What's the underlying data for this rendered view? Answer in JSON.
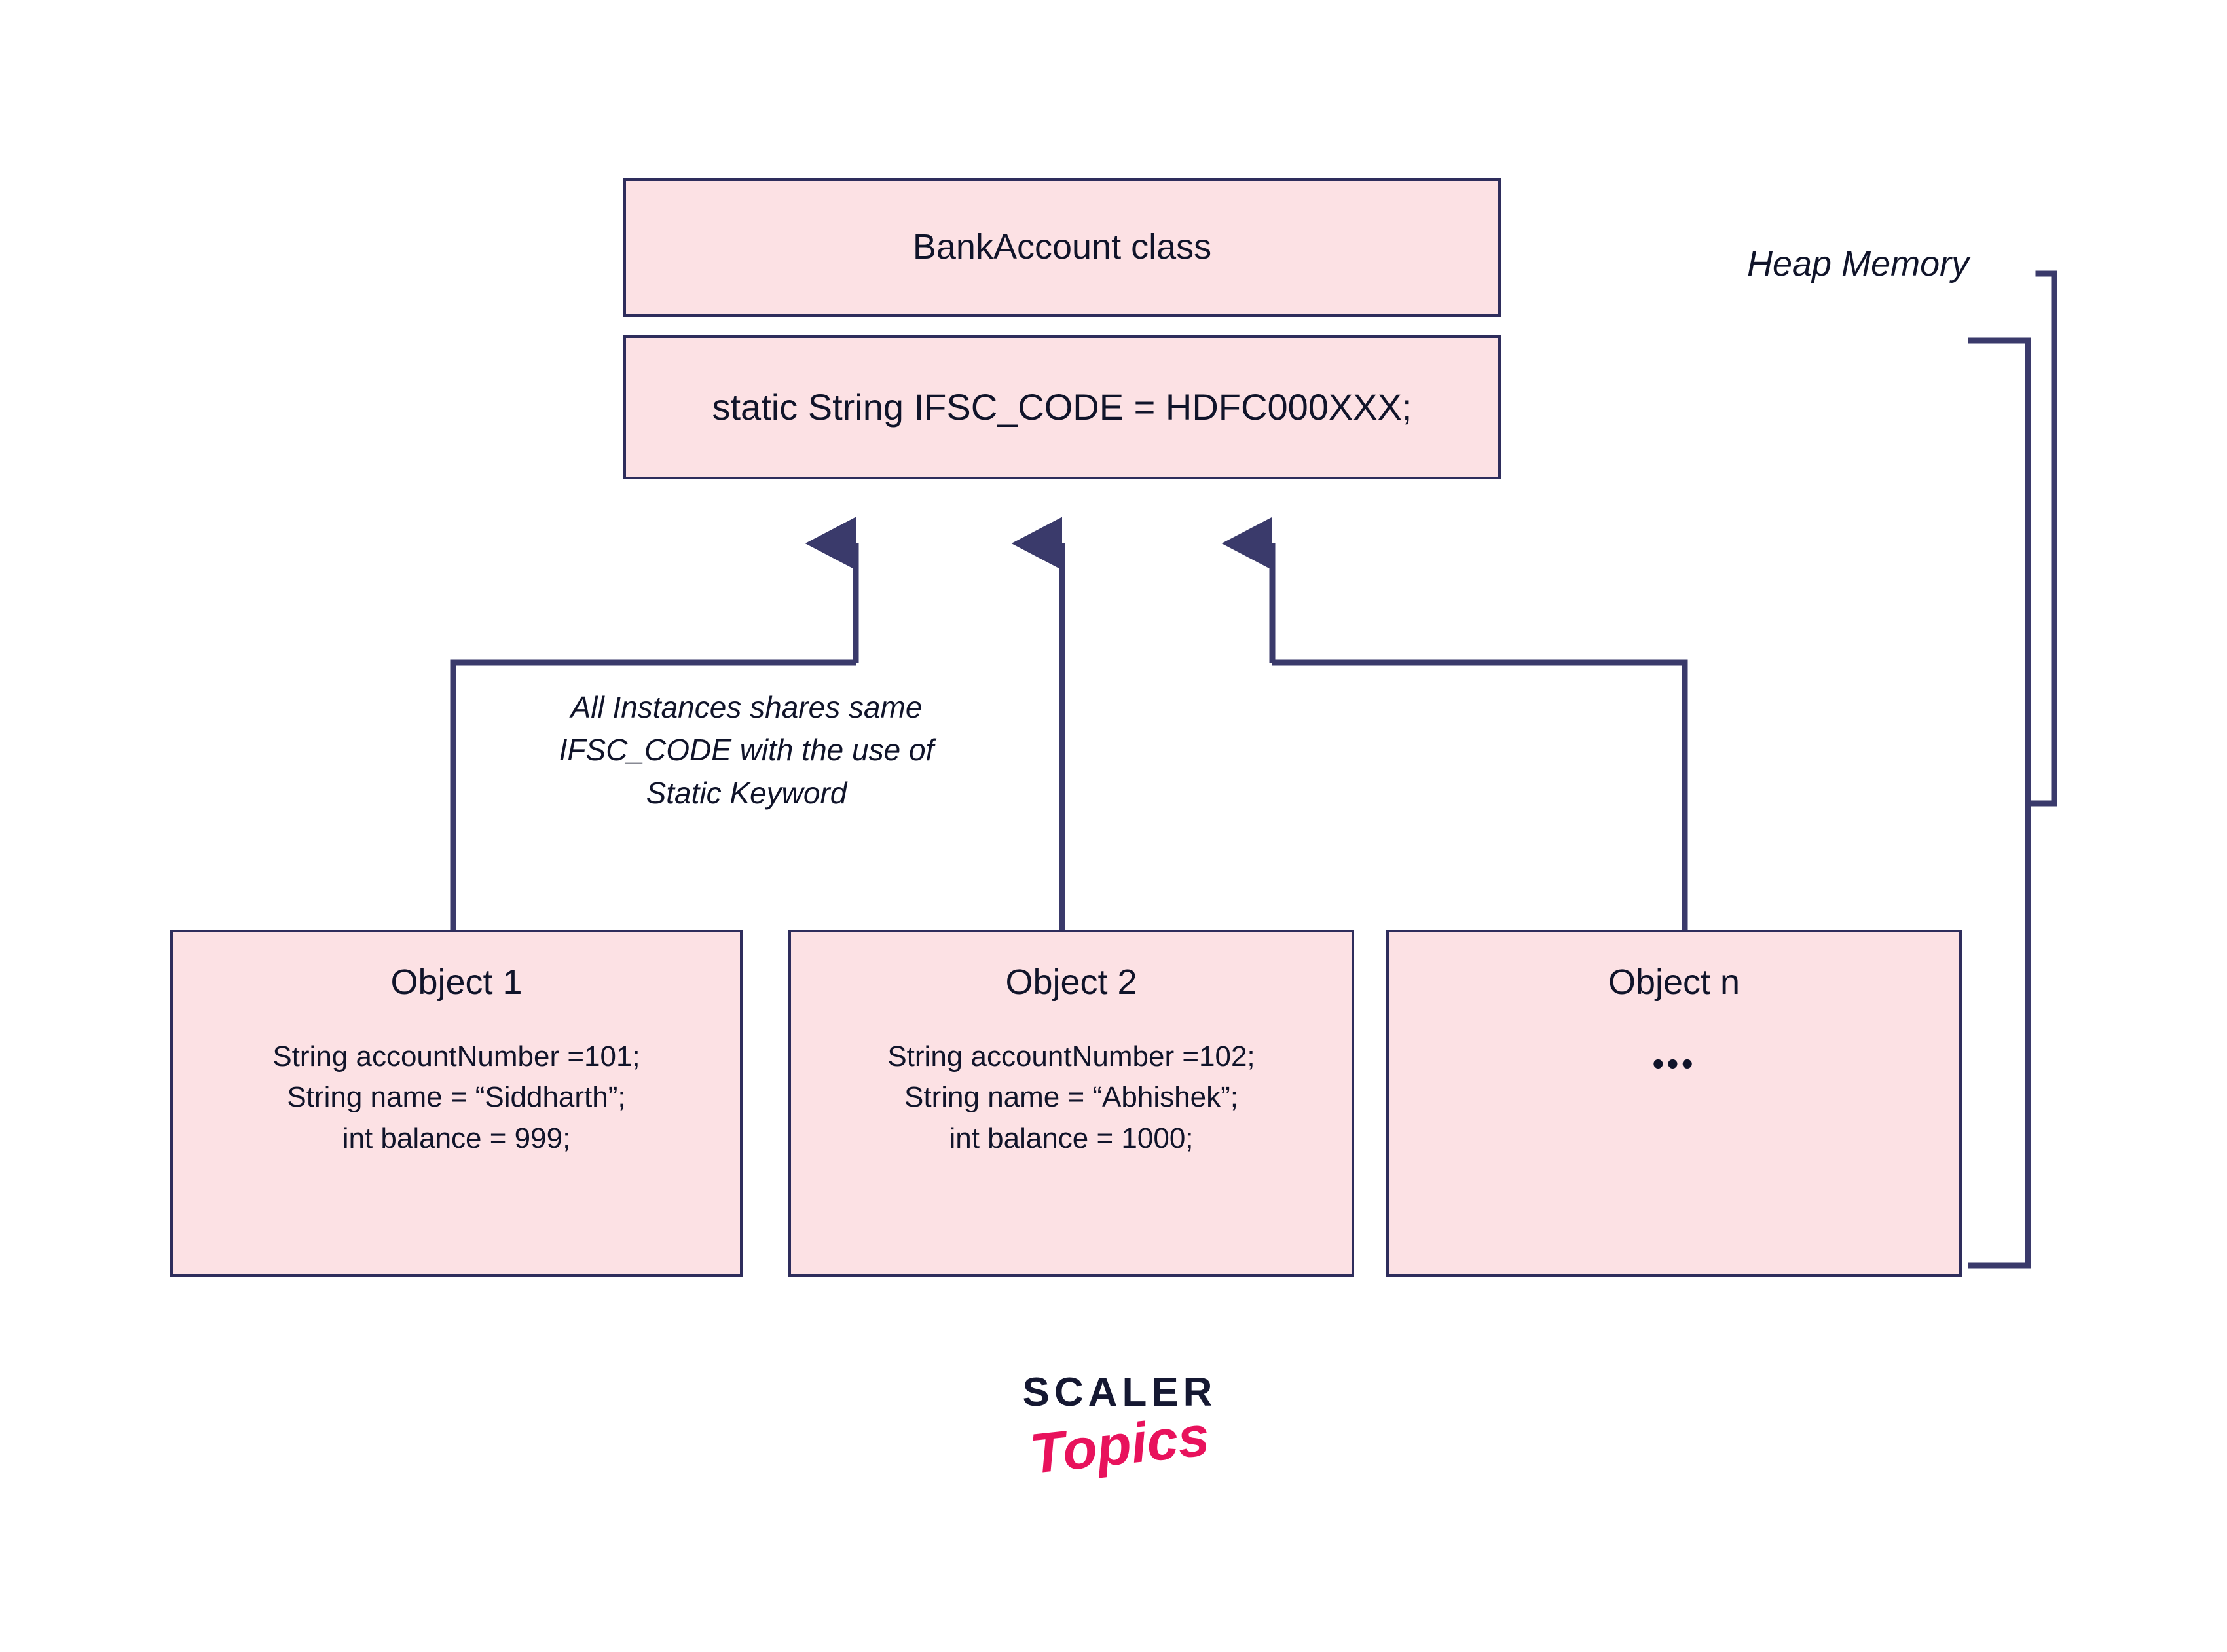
{
  "diagram": {
    "title": "Static keyword shared IFSC_CODE in heap memory",
    "colors": {
      "box_fill": "#fce1e4",
      "box_border": "#2e2d5c",
      "wire": "#3a3a6b",
      "text": "#10142a",
      "logo_pink": "#e8125c",
      "logo_dark": "#151832",
      "background": "#ffffff"
    }
  },
  "class_box": {
    "label": "BankAccount class"
  },
  "static_box": {
    "label": "static String IFSC_CODE = HDFC000XXX;"
  },
  "note": {
    "line1": "All Instances shares same",
    "line2": "IFSC_CODE with the use of",
    "line3": "Static Keyword"
  },
  "heap": {
    "label": "Heap Memory"
  },
  "objects": [
    {
      "title": "Object 1",
      "fields": [
        "String accountNumber =101;",
        "String name = “Siddharth”;",
        "int balance = 999;"
      ]
    },
    {
      "title": "Object 2",
      "fields": [
        "String accountNumber =102;",
        "String name = “Abhishek”;",
        "int balance = 1000;"
      ]
    },
    {
      "title": "Object n",
      "fields": [],
      "ellipsis": "•••"
    }
  ],
  "logo": {
    "top": "SCALER",
    "bottom": "Topics"
  },
  "connectors": [
    {
      "name": "object-1-to-static",
      "from": "Object 1",
      "to": "static String IFSC_CODE"
    },
    {
      "name": "object-2-to-static",
      "from": "Object 2",
      "to": "static String IFSC_CODE"
    },
    {
      "name": "object-n-to-static",
      "from": "Object n",
      "to": "static String IFSC_CODE"
    }
  ]
}
